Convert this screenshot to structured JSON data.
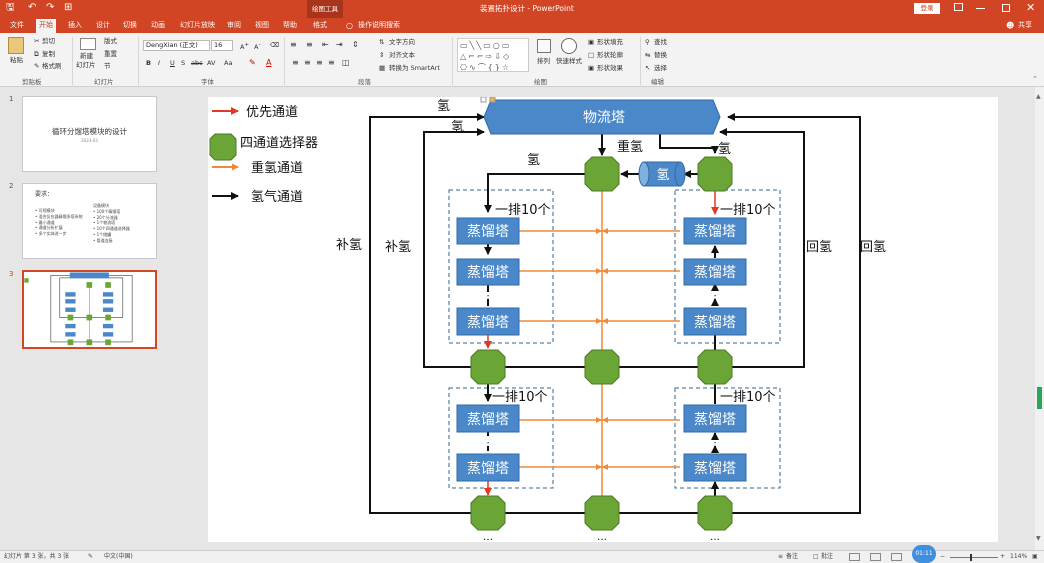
{
  "window": {
    "title": "装置拓扑设计 - PowerPoint",
    "contextual_tab_group": "绘图工具",
    "sign_in": "登录",
    "quick_access": {
      "save": "🖫",
      "undo": "↶",
      "redo": "↷",
      "presenter": "⊞"
    }
  },
  "tabs": [
    "文件",
    "开始",
    "插入",
    "设计",
    "切换",
    "动画",
    "幻灯片放映",
    "审阅",
    "视图",
    "帮助",
    "格式"
  ],
  "tell_me": "操作说明搜索",
  "share": "共享",
  "ribbon": {
    "clipboard": {
      "paste": "粘贴",
      "cut": "剪切",
      "copy": "复制",
      "format_painter": "格式刷",
      "label": "剪贴板"
    },
    "slides": {
      "new_slide": "新建",
      "new_slide2": "幻灯片",
      "layout": "版式",
      "reset": "重置",
      "section": "节",
      "label": "幻灯片"
    },
    "font": {
      "name": "DengXian (正文)",
      "size": "16",
      "label": "字体",
      "bold": "B",
      "italic": "I",
      "underline": "U",
      "strike": "S",
      "shadow": "abc",
      "spacing": "AV",
      "case": "Aa"
    },
    "paragraph": {
      "text_direction": "文字方向",
      "align_text": "对齐文本",
      "smartart": "转换为 SmartArt",
      "label": "段落"
    },
    "drawing": {
      "arrange": "排列",
      "quick_styles": "快速样式",
      "fill": "形状填充",
      "outline": "形状轮廓",
      "effects": "形状效果",
      "label": "绘图"
    },
    "editing": {
      "find": "查找",
      "replace": "替换",
      "select": "选择",
      "label": "编辑"
    }
  },
  "slides_panel": [
    {
      "num": "1",
      "title": "循环分馏塔模块的设计",
      "subtitle": "2023-03"
    },
    {
      "num": "2",
      "col1_title": "要求：",
      "col1": [
        "• 可视模块",
        "• 混合反应器精馏多塔系统",
        "• 最小通道",
        "• 通道分析扩展",
        "• 多个实体进一步"
      ],
      "col2_title": "设备模块",
      "col2": [
        "• 100个精馏塔",
        "• 20个分流器",
        "• 1个物流塔",
        "• 10个四通道选择器",
        "• 1个储罐",
        "• 管道连接"
      ]
    },
    {
      "num": "3"
    }
  ],
  "diagram": {
    "legend": [
      "优先通道",
      "四通道选择器",
      "重氢通道",
      "氢气通道"
    ],
    "colors": {
      "priority": "#e03a25",
      "selector": "#6aa536",
      "heavy": "#f08a3a",
      "hydrogen": "#111111",
      "tower": "#4a88c9",
      "dash": "#35648e"
    },
    "top_box": "物流塔",
    "tank": "氢",
    "tower_label": "蒸馏塔",
    "row_label": "一排10个",
    "dots": ":",
    "ellipsis": "…",
    "labels": {
      "h_top": "氢",
      "h_left": "氢",
      "h_center": "氢",
      "heavy": "重氢",
      "h_right": "氢",
      "supply_out": "补氢",
      "supply_in": "补氢",
      "return_in": "回氢",
      "return_out": "回氢"
    }
  },
  "statusbar": {
    "slide_info": "幻灯片 第 3 张，共 3 张",
    "lang": "中文(中国)",
    "notes": "备注",
    "comments": "批注",
    "zoom": "114%",
    "time": "01:11"
  }
}
